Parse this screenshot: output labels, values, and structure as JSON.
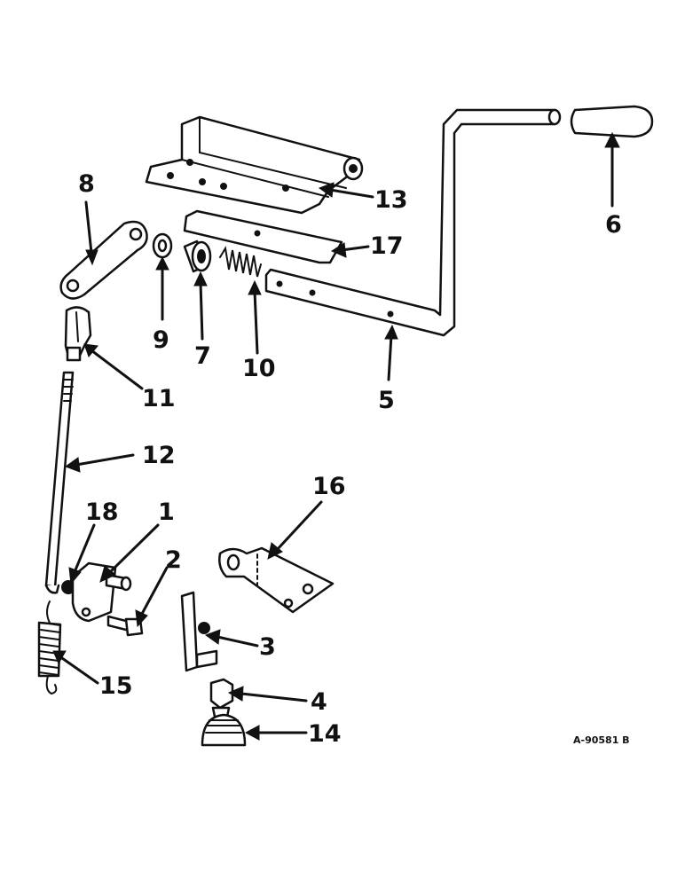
{
  "diagram": {
    "callouts": [
      {
        "id": "p1",
        "label": "1"
      },
      {
        "id": "p2",
        "label": "2"
      },
      {
        "id": "p3",
        "label": "3"
      },
      {
        "id": "p4",
        "label": "4"
      },
      {
        "id": "p5",
        "label": "5"
      },
      {
        "id": "p6",
        "label": "6"
      },
      {
        "id": "p7",
        "label": "7"
      },
      {
        "id": "p8",
        "label": "8"
      },
      {
        "id": "p9",
        "label": "9"
      },
      {
        "id": "p10",
        "label": "10"
      },
      {
        "id": "p11",
        "label": "11"
      },
      {
        "id": "p12",
        "label": "12"
      },
      {
        "id": "p13",
        "label": "13"
      },
      {
        "id": "p14",
        "label": "14"
      },
      {
        "id": "p15",
        "label": "15"
      },
      {
        "id": "p16",
        "label": "16"
      },
      {
        "id": "p17",
        "label": "17"
      },
      {
        "id": "p18",
        "label": "18"
      }
    ],
    "reference_code": "A-90581 B"
  }
}
